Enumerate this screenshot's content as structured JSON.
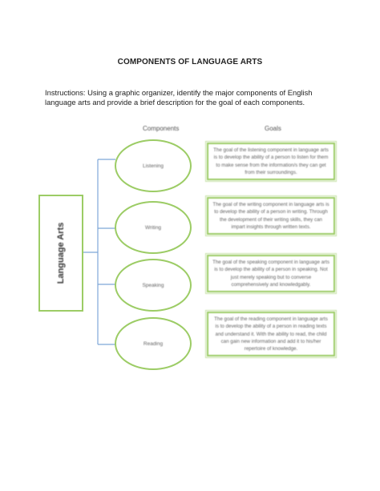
{
  "document": {
    "title": "COMPONENTS OF LANGUAGE ARTS",
    "instructions": "Instructions: Using a graphic organizer, identify the major components of English language arts and provide a brief description for the goal of each components."
  },
  "organizer": {
    "components_header": "Components",
    "goals_header": "Goals",
    "center_label": "Language Arts",
    "accent_color": "#9ccc65",
    "connector_color": "#7ea7d8",
    "components": [
      {
        "name": "Listening",
        "goal": "The goal of the listening component in language arts is to develop the ability of a person to listen for them to make sense from the information/s they can get from their surroundings."
      },
      {
        "name": "Writing",
        "goal": "The goal of the writing component in language arts is to develop the ability of a person in writing. Through the development of their writing skills, they can impart insights through written texts."
      },
      {
        "name": "Speaking",
        "goal": "The goal of the speaking component in language arts is to develop the ability of a person in speaking. Not just merely speaking but to converse comprehensively and knowledgably."
      },
      {
        "name": "Reading",
        "goal": "The goal of the reading component in language arts is to develop the ability of a person in reading texts and understand it. With the ability to read, the child can gain new information and add it to his/her repertoire of knowledge."
      }
    ]
  }
}
